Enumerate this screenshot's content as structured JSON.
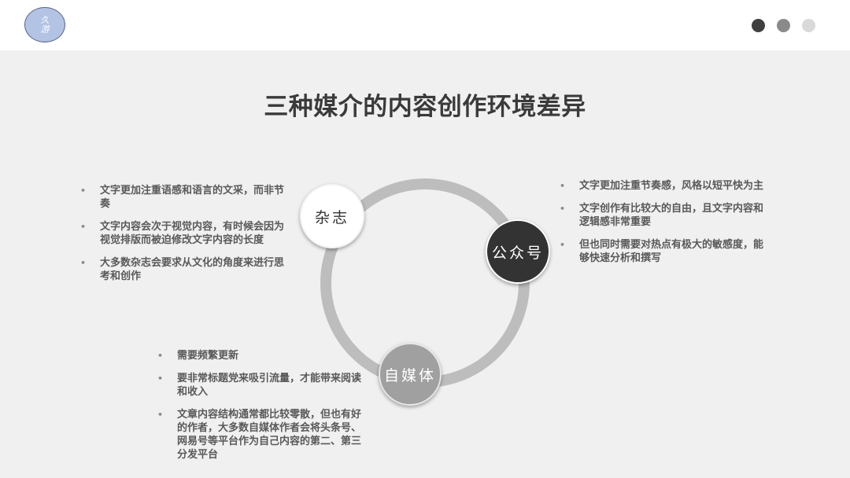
{
  "header": {
    "logo": {
      "line1": "久",
      "line2": "游",
      "fill": "#b3c3e3",
      "border": "#55638f"
    },
    "page_indicator": {
      "dots": [
        {
          "color": "#404040",
          "active": true
        },
        {
          "color": "#8a8a8a",
          "active": false
        },
        {
          "color": "#d9d9d9",
          "active": false
        }
      ]
    }
  },
  "title": "三种媒介的内容创作环境差异",
  "diagram": {
    "ring_color": "#bdbdbd",
    "nodes": [
      {
        "label": "杂志",
        "fill": "#ffffff",
        "text_color": "#333333"
      },
      {
        "label": "公众号",
        "fill": "#333333",
        "text_color": "#ffffff"
      },
      {
        "label": "自媒体",
        "fill": "#a0a0a0",
        "text_color": "#ffffff"
      }
    ]
  },
  "magazine_points": [
    "文字更加注重语感和语言的文采，而非节奏",
    "文字内容会次于视觉内容，有时候会因为视觉排版而被迫修改文字内容的长度",
    "大多数杂志会要求从文化的角度来进行思考和创作"
  ],
  "official_account_points": [
    "文字更加注重节奏感，风格以短平快为主",
    "文字创作有比较大的自由，且文字内容和逻辑感非常重要",
    "但也同时需要对热点有极大的敏感度，能够快速分析和撰写"
  ],
  "self_media_points": [
    "需要频繁更新",
    "要非常标题党来吸引流量，才能带来阅读和收入",
    "文章内容结构通常都比较零散，但也有好的作者，大多数自媒体作者会将头条号、网易号等平台作为自己内容的第二、第三分发平台"
  ]
}
